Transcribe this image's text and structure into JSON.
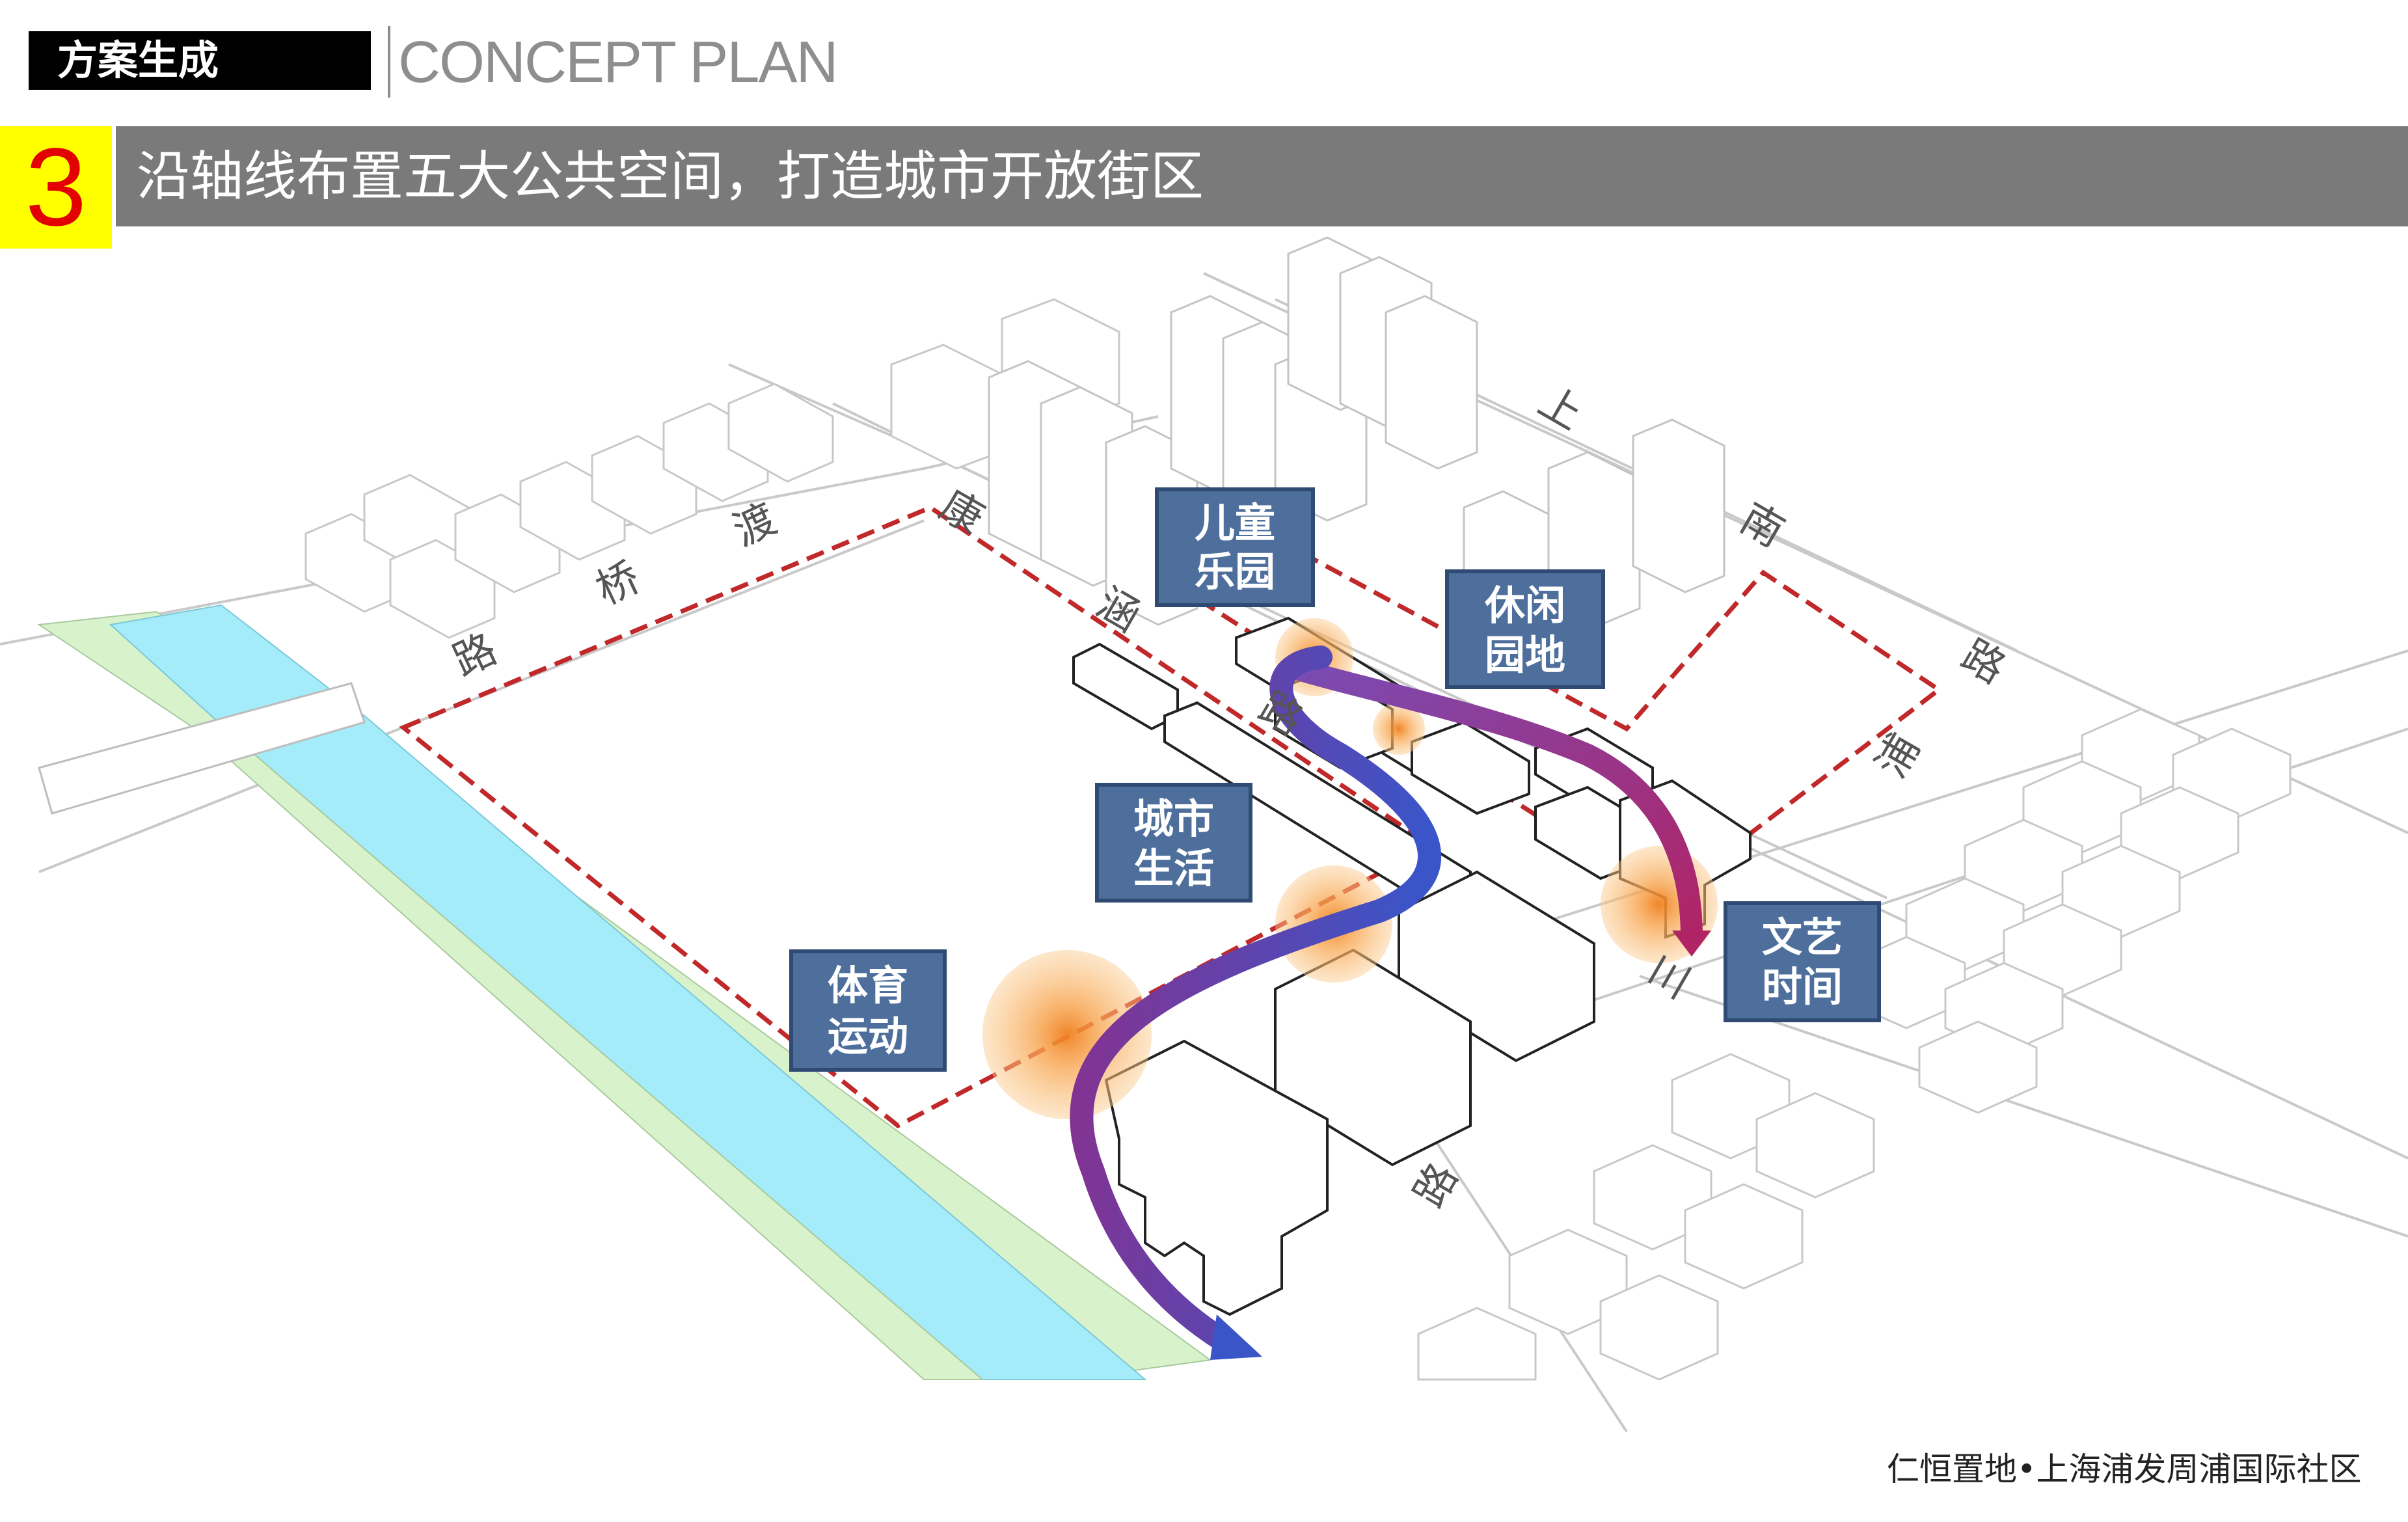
{
  "header": {
    "tag": "方案生成",
    "concept": "CONCEPT PLAN",
    "number": "3",
    "title": "沿轴线布置五大公共空间，打造城市开放街区"
  },
  "roads": {
    "dujiao": [
      "渡",
      "桥",
      "路"
    ],
    "kanghan": [
      "康",
      "涵",
      "路"
    ],
    "shangnan": [
      "上",
      "南",
      "路"
    ],
    "pu": [
      "浦",
      "三",
      "路"
    ]
  },
  "spaces": [
    {
      "line1": "儿童",
      "line2": "乐园"
    },
    {
      "line1": "休闲",
      "line2": "园地"
    },
    {
      "line1": "城市",
      "line2": "生活"
    },
    {
      "line1": "体育",
      "line2": "运动"
    },
    {
      "line1": "文艺",
      "line2": "时间"
    }
  ],
  "colors": {
    "label_fill": "#4e6f9c",
    "label_border": "#2f4b73",
    "river": "#a4ecfa",
    "greenbelt": "#d8f3cc",
    "site_boundary": "#c0282a",
    "hotspot": "#f39a3d",
    "axis_start": "#9a2c87",
    "axis_end": "#3454c9"
  },
  "footer": "仁恒置地•上海浦发周浦国际社区"
}
